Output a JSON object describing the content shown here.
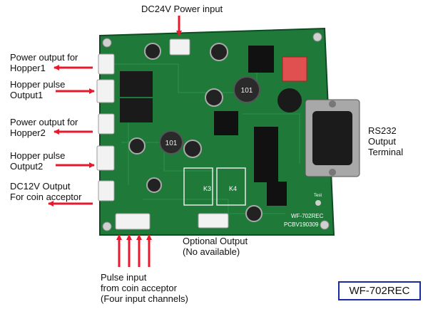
{
  "labels": {
    "dc24v": "DC24V Power input",
    "hopper1_power": [
      "Power output for",
      "Hopper1"
    ],
    "hopper1_pulse": [
      "Hopper pulse",
      "Output1"
    ],
    "hopper2_power": [
      "Power output for",
      "Hopper2"
    ],
    "hopper2_pulse": [
      "Hopper pulse",
      "Output2"
    ],
    "dc12v": [
      "DC12V Output",
      "For coin acceptor"
    ],
    "rs232": [
      "RS232",
      "Output",
      "Terminal"
    ],
    "optional": [
      "Optional Output",
      "(No available)"
    ],
    "pulse_input": [
      "Pulse input",
      "from coin acceptor",
      "(Four input channels)"
    ]
  },
  "board_text": {
    "model": "WF-702REC",
    "pcb": "PCBV190309",
    "relay_k3": "K3",
    "relay_k4": "K4",
    "inductor_1": "101",
    "inductor_2": "101",
    "test": "Test"
  },
  "model_badge": "WF-702REC",
  "colors": {
    "arrow": "#e8192c",
    "pcb": "#1f7a3a",
    "badge_border": "#1a2aa0"
  }
}
